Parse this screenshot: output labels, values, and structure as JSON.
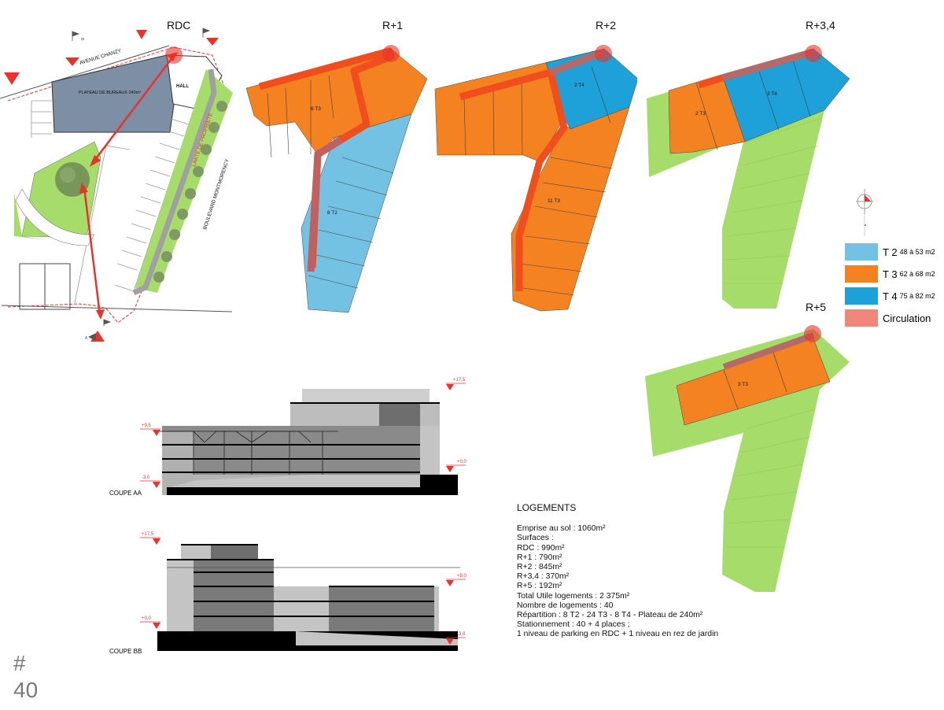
{
  "site_plan": {
    "title": "RDC",
    "avenue_label": "AVENUE CHANZY",
    "office_label": "PLATEAU DE BUREAUX 240m²",
    "hall_label": "HALL",
    "property_limit_label": "LIMITE DE PROPRIETE",
    "boulevard_label": "BOULEVARD MONTMORENCY",
    "section_marker_b": "B",
    "section_marker_a": "A"
  },
  "levels": {
    "r1": {
      "title": "R+1",
      "label_t3": "6 T3",
      "label_t2": "8 T2"
    },
    "r2": {
      "title": "R+2",
      "label_t4": "2 T4",
      "label_t3": "11 T3"
    },
    "r34": {
      "title": "R+3,4",
      "label_t3": "2 T3",
      "label_t4": "3 T4"
    },
    "r5": {
      "title": "R+5",
      "label_t3": "3 T3"
    }
  },
  "legend": [
    {
      "label": "T 2",
      "range": "48 à 53 m2",
      "color": "#73c2e4"
    },
    {
      "label": "T 3",
      "range": "62 à 68 m2",
      "color": "#f58220"
    },
    {
      "label": "T 4",
      "range": "75 à 82 m2",
      "color": "#1ea0d8"
    },
    {
      "label": "Circulation",
      "range": "",
      "color": "#f0877a"
    }
  ],
  "sections": {
    "aa": {
      "label": "COUPE AA",
      "level_top": "+17,5",
      "level_mid": "+9,5",
      "level_zero": "+0,0",
      "level_neg": "-3,0"
    },
    "bb": {
      "label": "COUPE BB",
      "level_top": "+17,5",
      "level_right_top": "+9,0",
      "level_zero": "+0,0",
      "level_neg": "-3,0"
    }
  },
  "summary": {
    "heading": "LOGEMENTS",
    "lines": [
      "Emprise au sol : 1060m²",
      "Surfaces :",
      "RDC : 990m²",
      "R+1 : 790m²",
      "R+2 : 845m²",
      "R+3,4 : 370m²",
      "R+5 : 192m²",
      "Total Utile logements : 2 375m²",
      "Nombre de logements : 40",
      "Répartition : 8 T2 - 24 T3 - 8 T4 - Plateau de 240m²",
      "Stationnement : 40 + 4 places ;",
      "1 niveau de parking en RDC + 1 niveau en rez de jardin"
    ]
  },
  "slide_number": {
    "hash": "#",
    "number": "40"
  },
  "colors": {
    "t2": "#73c2e4",
    "t3": "#f58220",
    "t4": "#1ea0d8",
    "circulation": "#f0877a",
    "green": "#a6dd6a",
    "red": "#e8322a",
    "office": "#7d8fa4"
  }
}
